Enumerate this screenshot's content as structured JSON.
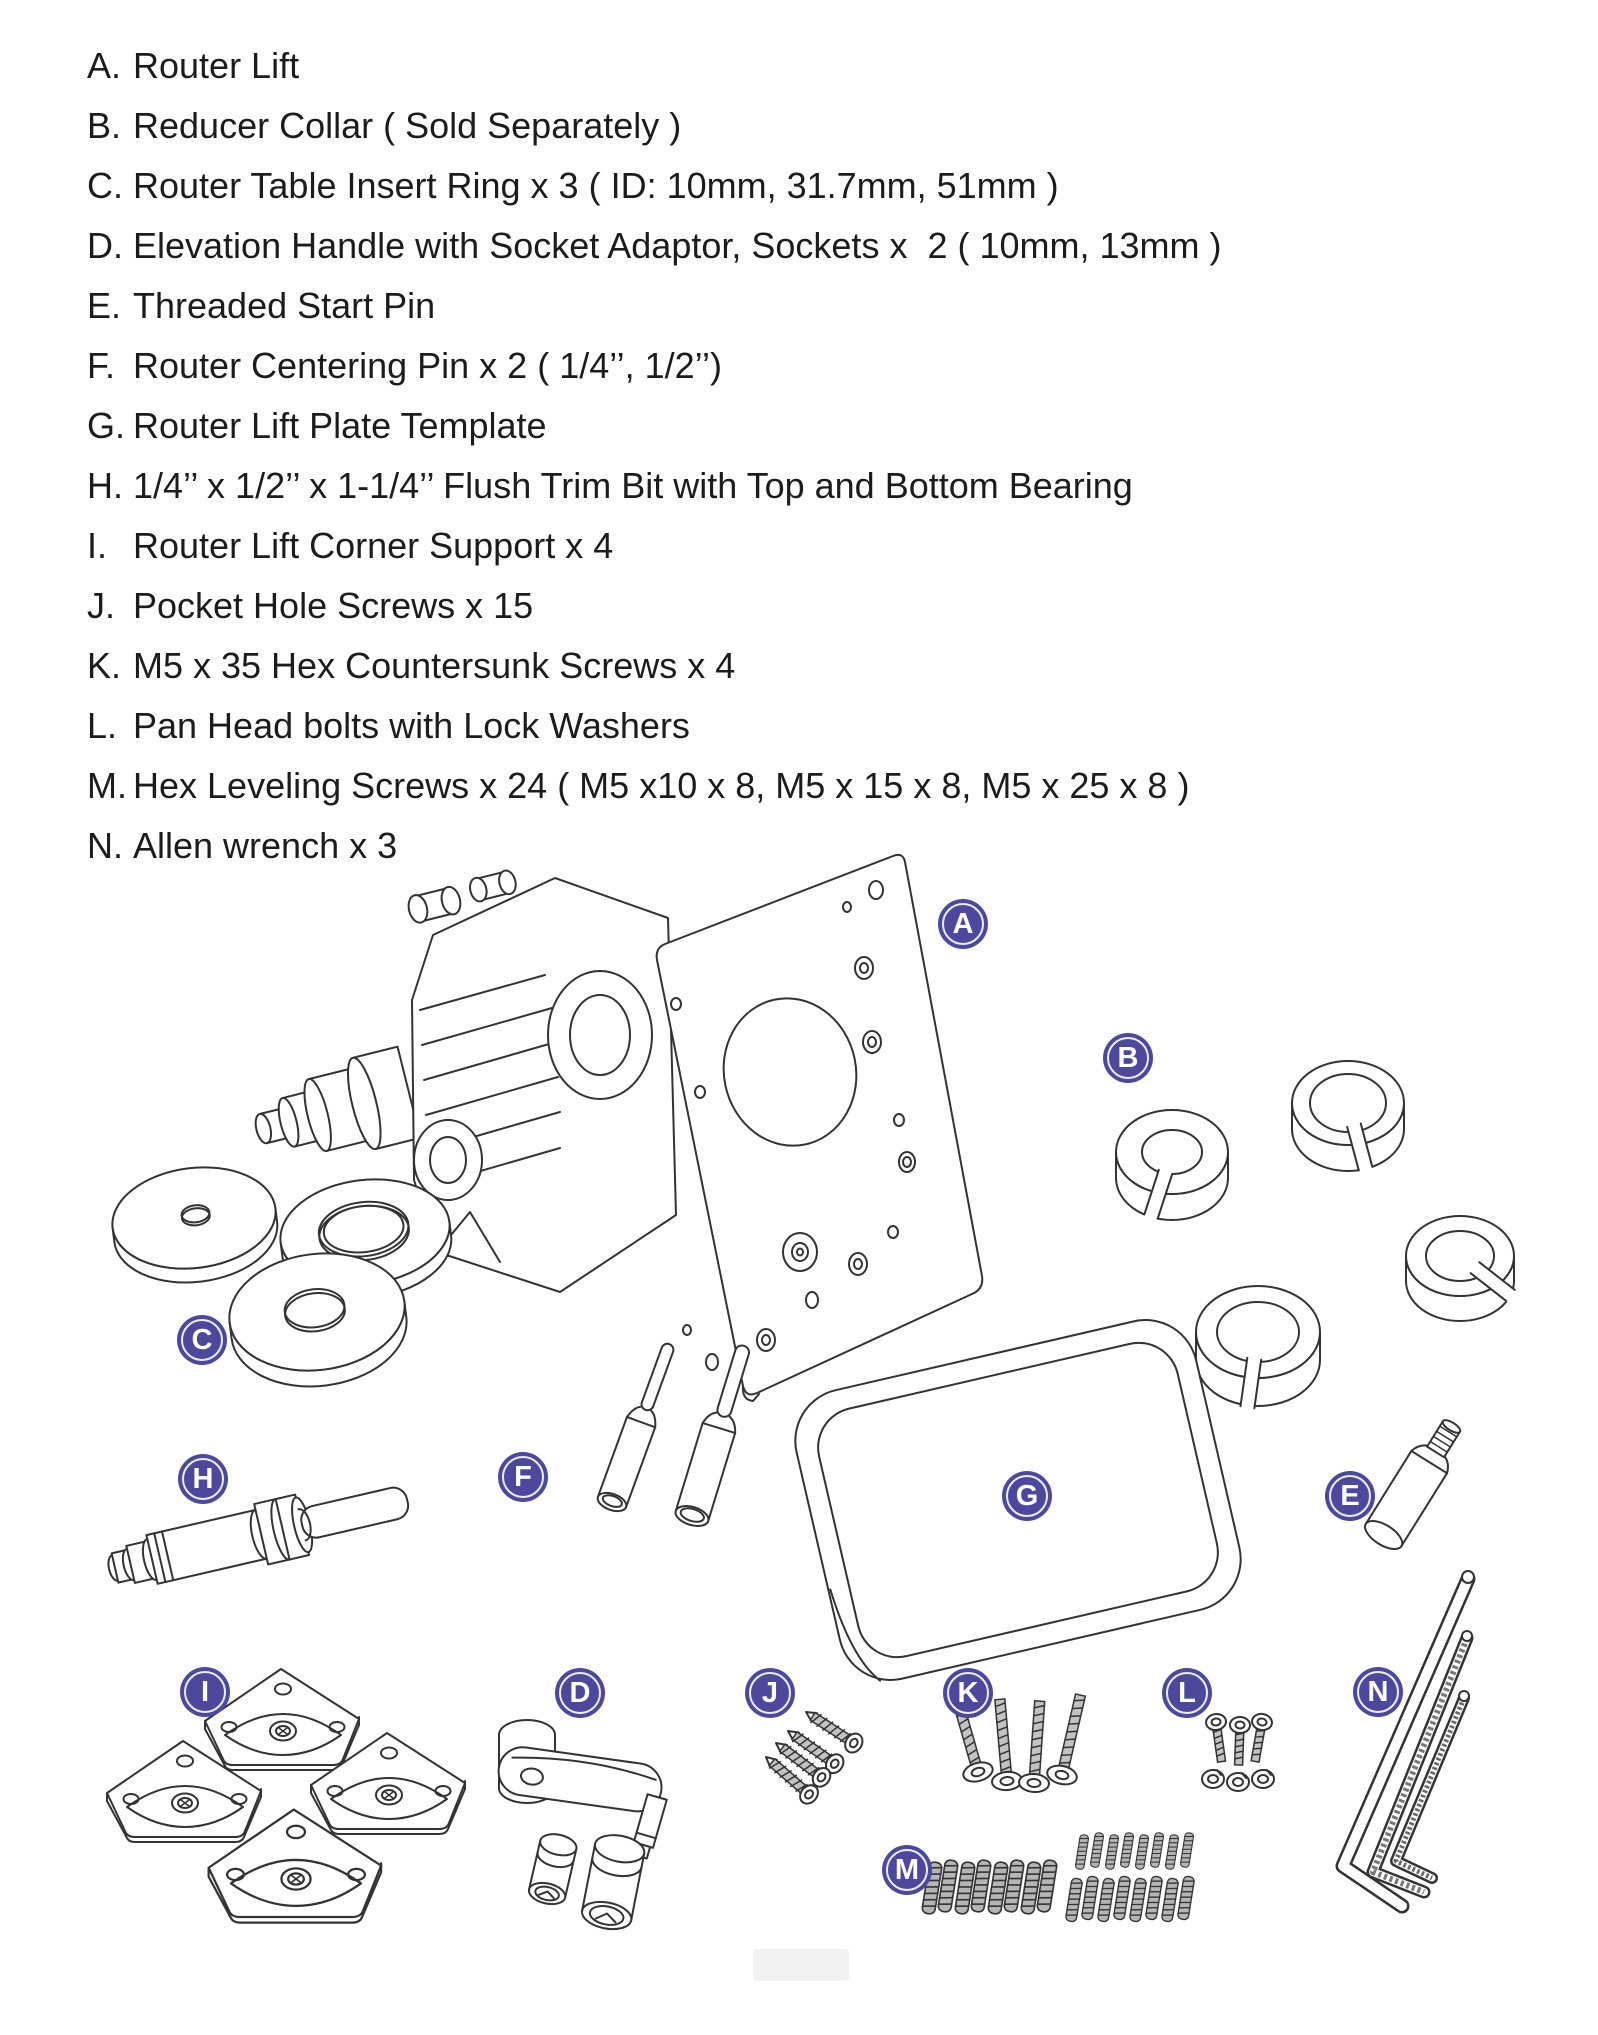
{
  "page": {
    "background": "#ffffff",
    "text_color": "#1c1c1c"
  },
  "badge_style": {
    "fill": "#4c499c",
    "ring": "#ffffff",
    "letter_color": "#ffffff"
  },
  "parts_list": {
    "items": [
      {
        "letter": "A.",
        "text": "Router Lift"
      },
      {
        "letter": "B.",
        "text": "Reducer Collar ( Sold Separately )"
      },
      {
        "letter": "C.",
        "text": "Router Table Insert Ring x 3 ( ID: 10mm, 31.7mm, 51mm )"
      },
      {
        "letter": "D.",
        "text": "Elevation Handle with Socket Adaptor, Sockets x  2 ( 10mm, 13mm )"
      },
      {
        "letter": "E.",
        "text": "Threaded Start Pin"
      },
      {
        "letter": "F.",
        "text": "Router Centering Pin x 2 ( 1/4’’, 1/2’’)"
      },
      {
        "letter": "G.",
        "text": "Router Lift Plate Template"
      },
      {
        "letter": "H.",
        "text": "1/4’’ x 1/2’’ x 1-1/4’’ Flush Trim Bit with Top and Bottom Bearing"
      },
      {
        "letter": "I.",
        "text": "Router Lift Corner Support x 4"
      },
      {
        "letter": "J.",
        "text": "Pocket Hole Screws x 15"
      },
      {
        "letter": "K.",
        "text": "M5 x 35 Hex Countersunk Screws x 4"
      },
      {
        "letter": "L.",
        "text": "Pan Head bolts with Lock Washers"
      },
      {
        "letter": "M.",
        "text": "Hex Leveling Screws x 24 ( M5 x10 x 8, M5 x 15 x 8, M5 x 25 x 8 )"
      },
      {
        "letter": "N.",
        "text": "Allen wrench x 3"
      }
    ]
  },
  "diagram": {
    "badges": [
      {
        "letter": "A"
      },
      {
        "letter": "B"
      },
      {
        "letter": "C"
      },
      {
        "letter": "D"
      },
      {
        "letter": "E"
      },
      {
        "letter": "F"
      },
      {
        "letter": "G"
      },
      {
        "letter": "H"
      },
      {
        "letter": "I"
      },
      {
        "letter": "J"
      },
      {
        "letter": "K"
      },
      {
        "letter": "L"
      },
      {
        "letter": "M"
      },
      {
        "letter": "N"
      }
    ]
  }
}
